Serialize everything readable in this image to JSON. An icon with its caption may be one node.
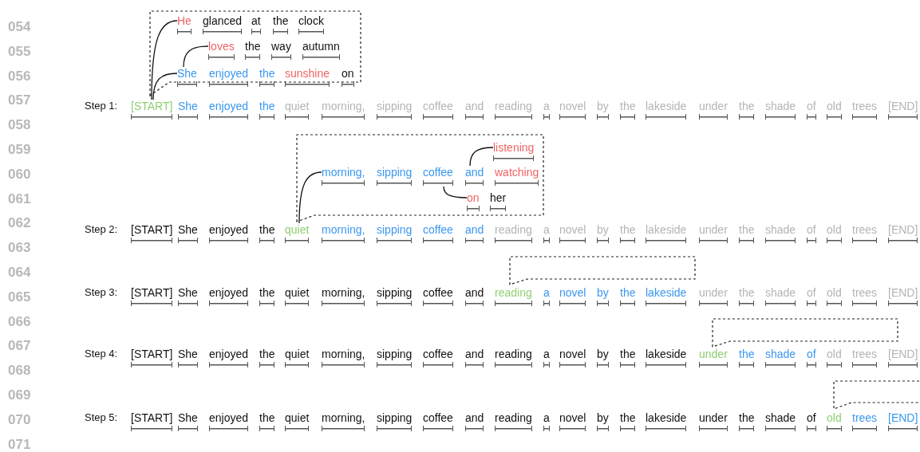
{
  "diagram": {
    "nodes": [
      {
        "text": [],
        "shape": "box"
      },
      {
        "text": [
          "He"
        ],
        "in": 0
      },
      {
        "text": [
          "glanced"
        ],
        "in": 0
      },
      {
        "text": [
          "at"
        ],
        "in": 0
      },
      {
        "text": [
          "the"
        ],
        "in": 0
      },
      {
        "text": [
          "clock"
        ],
        "in": 0
      },
      {
        "text": [
          "loves"
        ],
        "in": 0
      },
      {
        "text": [
          "the"
        ],
        "in": 0
      },
      {
        "text": [
          "way"
        ],
        "in": 0
      },
      {
        "text": [
          "autumn"
        ],
        "in": 0
      },
      {
        "text": [
          "She"
        ],
        "in": 0
      },
      {
        "text": [
          "enjoyed"
        ],
        "in": 0
      },
      {
        "text": [
          "the"
        ],
        "in": 0
      },
      {
        "text": [
          "sunshine"
        ],
        "in": 0
      },
      {
        "text": [
          "on"
        ],
        "in": 0
      },
      {
        "text": [
          "[START]"
        ]
      },
      {
        "text": [
          "She"
        ]
      },
      {
        "text": [
          "enjoyed"
        ]
      },
      {
        "text": [
          "the"
        ]
      },
      {
        "text": [
          "quiet"
        ]
      },
      {
        "text": [
          "morning,"
        ]
      },
      {
        "text": [
          "sipping"
        ]
      },
      {
        "text": [
          "coffee"
        ]
      },
      {
        "text": [
          "and"
        ]
      },
      {
        "text": [
          "reading"
        ]
      },
      {
        "text": [
          "a"
        ]
      },
      {
        "text": [
          "novel"
        ]
      },
      {
        "text": [
          "by"
        ]
      },
      {
        "text": [
          "the"
        ]
      },
      {
        "text": [
          "lakeside"
        ]
      },
      {
        "text": [
          "under"
        ]
      },
      {
        "text": [
          "the"
        ]
      },
      {
        "text": [
          "shade"
        ]
      },
      {
        "text": [
          "of"
        ]
      },
      {
        "text": [
          "old"
        ]
      },
      {
        "text": [
          "trees"
        ]
      },
      {
        "text": [
          "[END]"
        ]
      },
      {
        "text": [],
        "shape": "box"
      },
      {
        "text": [
          "listening"
        ],
        "in": 37
      },
      {
        "text": [
          "morning,"
        ],
        "in": 37
      },
      {
        "text": [
          "sipping"
        ],
        "in": 37
      },
      {
        "text": [
          "coffee"
        ],
        "in": 37
      },
      {
        "text": [
          "and"
        ],
        "in": 37
      },
      {
        "text": [
          "watching"
        ],
        "in": 37
      },
      {
        "text": [
          "on"
        ],
        "in": 37
      },
      {
        "text": [
          "her"
        ],
        "in": 37
      },
      {
        "text": [
          "[START]"
        ]
      },
      {
        "text": [
          "She"
        ]
      },
      {
        "text": [
          "enjoyed"
        ]
      },
      {
        "text": [
          "the"
        ]
      },
      {
        "text": [
          "quiet"
        ]
      },
      {
        "text": [
          "morning,"
        ]
      },
      {
        "text": [
          "sipping"
        ]
      },
      {
        "text": [
          "coffee"
        ]
      },
      {
        "text": [
          "and"
        ]
      },
      {
        "text": [
          "reading"
        ]
      },
      {
        "text": [
          "a"
        ]
      },
      {
        "text": [
          "novel"
        ]
      },
      {
        "text": [
          "by"
        ]
      },
      {
        "text": [
          "the"
        ]
      },
      {
        "text": [
          "lakeside"
        ]
      },
      {
        "text": [
          "under"
        ]
      },
      {
        "text": [
          "the"
        ]
      },
      {
        "text": [
          "shade"
        ]
      },
      {
        "text": [
          "of"
        ]
      },
      {
        "text": [
          "old"
        ]
      },
      {
        "text": [
          "trees"
        ]
      },
      {
        "text": [
          "[END]"
        ]
      },
      {
        "text": [],
        "shape": "box"
      },
      {
        "text": [
          "[START]"
        ]
      },
      {
        "text": [
          "She"
        ]
      },
      {
        "text": [
          "enjoyed"
        ]
      },
      {
        "text": [
          "the"
        ]
      },
      {
        "text": [
          "quiet"
        ]
      },
      {
        "text": [
          "morning,"
        ]
      },
      {
        "text": [
          "sipping"
        ]
      },
      {
        "text": [
          "coffee"
        ]
      },
      {
        "text": [
          "and"
        ]
      },
      {
        "text": [
          "reading"
        ]
      },
      {
        "text": [
          "a"
        ]
      },
      {
        "text": [
          "novel"
        ]
      },
      {
        "text": [
          "by"
        ]
      },
      {
        "text": [
          "the"
        ]
      },
      {
        "text": [
          "lakeside"
        ]
      },
      {
        "text": [
          "under"
        ]
      },
      {
        "text": [
          "the"
        ]
      },
      {
        "text": [
          "shade"
        ]
      },
      {
        "text": [
          "of"
        ]
      },
      {
        "text": [
          "old"
        ]
      },
      {
        "text": [
          "trees"
        ]
      },
      {
        "text": [
          "[END]"
        ]
      },
      {
        "text": [],
        "shape": "box"
      },
      {
        "text": [
          "[START]"
        ]
      },
      {
        "text": [
          "She"
        ]
      },
      {
        "text": [
          "enjoyed"
        ]
      },
      {
        "text": [
          "the"
        ]
      },
      {
        "text": [
          "quiet"
        ]
      },
      {
        "text": [
          "morning,"
        ]
      },
      {
        "text": [
          "sipping"
        ]
      },
      {
        "text": [
          "coffee"
        ]
      },
      {
        "text": [
          "and"
        ]
      },
      {
        "text": [
          "reading"
        ]
      },
      {
        "text": [
          "a"
        ]
      },
      {
        "text": [
          "novel"
        ]
      },
      {
        "text": [
          "by"
        ]
      },
      {
        "text": [
          "the"
        ]
      },
      {
        "text": [
          "lakeside"
        ]
      },
      {
        "text": [
          "under"
        ]
      },
      {
        "text": [
          "the"
        ]
      },
      {
        "text": [
          "shade"
        ]
      },
      {
        "text": [
          "of"
        ]
      },
      {
        "text": [
          "old"
        ]
      },
      {
        "text": [
          "trees"
        ]
      },
      {
        "text": [
          "[END]"
        ]
      },
      {
        "text": [],
        "shape": "box"
      },
      {
        "text": [
          "[START]"
        ]
      },
      {
        "text": [
          "She"
        ]
      },
      {
        "text": [
          "enjoyed"
        ]
      },
      {
        "text": [
          "the"
        ]
      },
      {
        "text": [
          "quiet"
        ]
      },
      {
        "text": [
          "morning,"
        ]
      },
      {
        "text": [
          "sipping"
        ]
      },
      {
        "text": [
          "coffee"
        ]
      },
      {
        "text": [
          "and"
        ]
      },
      {
        "text": [
          "reading"
        ]
      },
      {
        "text": [
          "a"
        ]
      },
      {
        "text": [
          "novel"
        ]
      },
      {
        "text": [
          "by"
        ]
      },
      {
        "text": [
          "the"
        ]
      },
      {
        "text": [
          "lakeside"
        ]
      },
      {
        "text": [
          "under"
        ]
      },
      {
        "text": [
          "the"
        ]
      },
      {
        "text": [
          "shade"
        ]
      },
      {
        "text": [
          "of"
        ]
      },
      {
        "text": [
          "old"
        ]
      },
      {
        "text": [
          "trees"
        ]
      },
      {
        "text": [
          "[END]"
        ]
      }
    ],
    "edges": [
      {
        "from": 15,
        "to": 1,
        "arrow": "none"
      },
      {
        "from": 15,
        "to": 10,
        "arrow": "none"
      },
      {
        "from": 10,
        "to": 6,
        "arrow": "none"
      },
      {
        "from": 50,
        "to": 39,
        "arrow": "none"
      },
      {
        "from": 41,
        "to": 44,
        "arrow": "none"
      },
      {
        "from": 42,
        "to": 38,
        "arrow": "none"
      }
    ],
    "labels": [
      "054",
      "055",
      "056",
      "057",
      "058",
      "059",
      "060",
      "061",
      "062",
      "063",
      "064",
      "065",
      "066",
      "067",
      "068",
      "069",
      "070",
      "071",
      "Step 1:",
      "Step 2:",
      "Step 3:",
      "Step 4:",
      "Step 5:"
    ]
  }
}
